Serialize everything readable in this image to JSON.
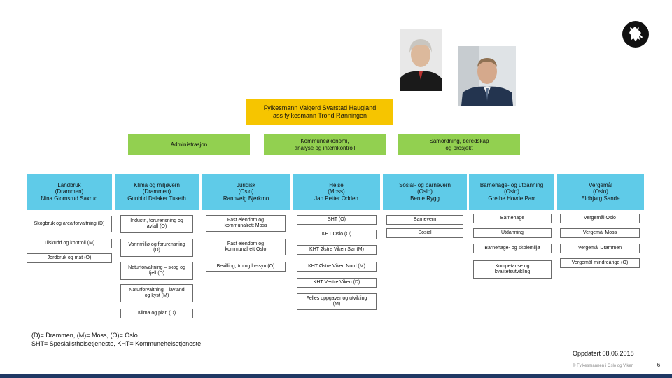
{
  "header": {
    "title_line1": "Fylkesmann Valgerd Svarstad Haugland",
    "title_line2": "ass fylkesmann Trond Rønningen"
  },
  "staff": {
    "administrasjon": "Administrasjon",
    "kommune_line1": "Kommuneøkonomi,",
    "kommune_line2": "analyse og internkontroll",
    "samordning_line1": "Samordning, beredskap",
    "samordning_line2": "og prosjekt"
  },
  "departments": [
    {
      "name": "Landbruk",
      "place": "(Drammen)",
      "leader": "Nina Glomsrud Saxrud"
    },
    {
      "name": "Klima og miljøvern",
      "place": "(Drammen)",
      "leader": "Gunhild Dalaker Tuseth"
    },
    {
      "name": "Juridisk",
      "place": "(Oslo)",
      "leader": "Rannveig Bjerkmo"
    },
    {
      "name": "Helse",
      "place": "(Moss)",
      "leader": "Jan Petter Odden"
    },
    {
      "name": "Sosial- og barnevern",
      "place": "(Oslo)",
      "leader": "Bente Rygg"
    },
    {
      "name": "Barnehage- og utdanning",
      "place": "(Oslo)",
      "leader": "Grethe Hovde Parr"
    },
    {
      "name": "Vergemål",
      "place": "(Oslo)",
      "leader": "Eldbjørg Sande"
    }
  ],
  "units": {
    "landbruk": [
      "Skogbruk og arealforvaltning (D)",
      "Tilskudd og kontroll (M)",
      "Jordbruk og mat (O)"
    ],
    "klima_1a": "Industri, forurensning og",
    "klima_1b": "avfall (O)",
    "klima_2a": "Vannmiljø og forurensning",
    "klima_2b": "(D)",
    "klima_3a": "Naturforvaltning – skog og",
    "klima_3b": "fjell (D)",
    "klima_4a": "Naturforvaltning – lavland",
    "klima_4b": "og kyst (M)",
    "klima_5": "Klima og plan (D)",
    "jur_1a": "Fast eiendom og",
    "jur_1b": "kommunalrett Moss",
    "jur_2a": "Fast eiendom og",
    "jur_2b": "kommunalrett Oslo",
    "jur_3": "Bevilling, tro og livssyn (O)",
    "helse": [
      "SHT (O)",
      "KHT Oslo (O)",
      "KHT Østre Viken Sør (M)",
      "KHT Østre Viken Nord (M)",
      "KHT Vestre Viken (D)"
    ],
    "helse_6a": "Felles oppgaver og utvikling",
    "helse_6b": "(M)",
    "sosial": [
      "Barnevern",
      "Sosial"
    ],
    "barnehage": [
      "Barnehage",
      "Utdanning",
      "Barnehage- og skolemiljø"
    ],
    "barnehage_4a": "Kompetanse og",
    "barnehage_4b": "kvalitetsutvikling",
    "verge": [
      "Vergemål Oslo",
      "Vergemål Moss",
      "Vergemål Drammen",
      "Vergemål mindreårige (O)"
    ]
  },
  "legend": {
    "line1": "(D)= Drammen, (M)= Moss, (O)= Oslo",
    "line2": "SHT= Spesialisthelsetjeneste, KHT= Kommunehelsetjeneste"
  },
  "footer": {
    "updated": "Oppdatert 08.06.2018",
    "copyright": "© Fylkesmannen i Oslo og Viken",
    "page": "6"
  },
  "colors": {
    "header": "#f6c500",
    "staff": "#92d050",
    "department": "#5fcbe8",
    "bottom_bar": "#1f3864"
  },
  "icons": {
    "logo": "lion-coat-of-arms-icon"
  }
}
